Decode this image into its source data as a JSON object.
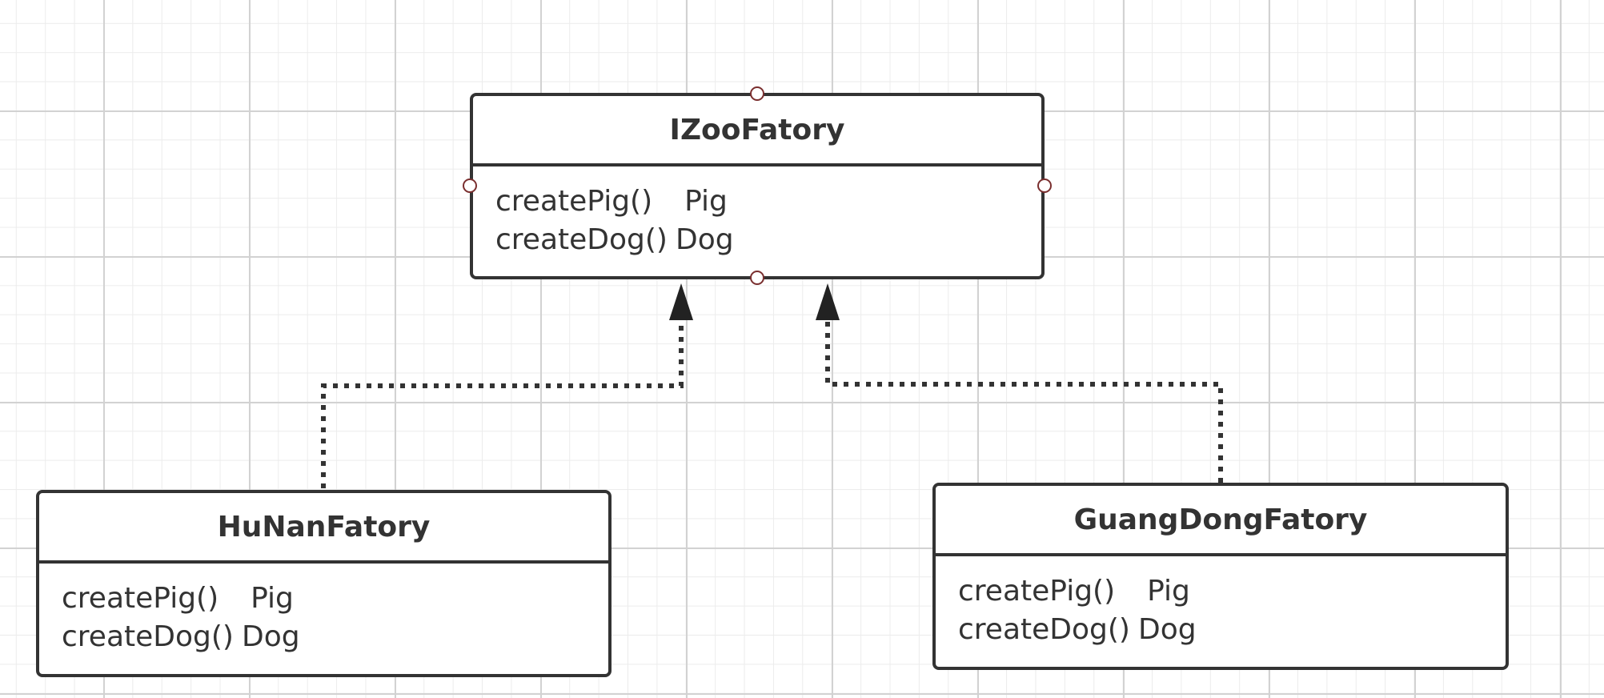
{
  "diagram": {
    "interface": {
      "name": "IZooFatory",
      "methods": [
        {
          "name": "createPig()",
          "type": "Pig"
        },
        {
          "name": "createDog()",
          "type": "Dog"
        }
      ]
    },
    "implementations": [
      {
        "name": "HuNanFatory",
        "methods": [
          {
            "name": "createPig()",
            "type": "Pig"
          },
          {
            "name": "createDog()",
            "type": "Dog"
          }
        ]
      },
      {
        "name": "GuangDongFatory",
        "methods": [
          {
            "name": "createPig()",
            "type": "Pig"
          },
          {
            "name": "createDog()",
            "type": "Dog"
          }
        ]
      }
    ],
    "relations": [
      {
        "from": "HuNanFatory",
        "to": "IZooFatory",
        "kind": "realization"
      },
      {
        "from": "GuangDongFatory",
        "to": "IZooFatory",
        "kind": "realization"
      }
    ],
    "colors": {
      "stroke": "#333333",
      "port": "#7a2f2f",
      "grid_major": "#d2d2d2",
      "grid_minor": "#ececec"
    }
  }
}
